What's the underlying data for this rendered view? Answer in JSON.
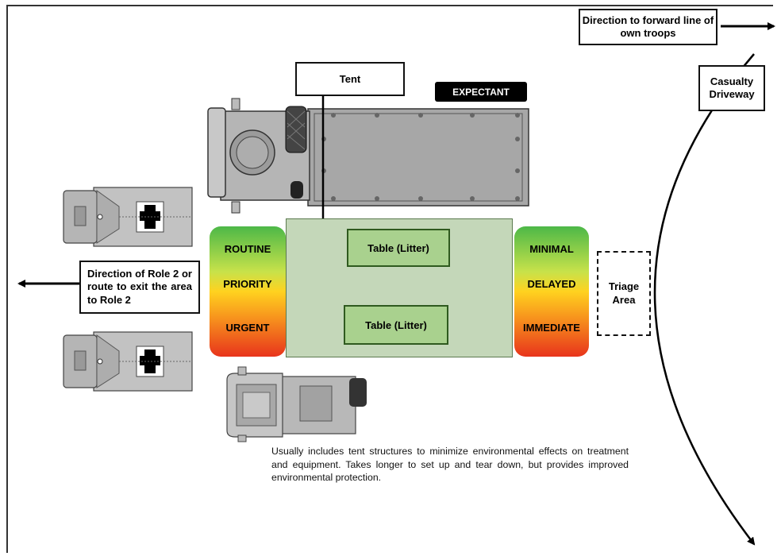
{
  "labels": {
    "forward_direction": "Direction to forward line of own troops",
    "tent": "Tent",
    "expectant": "EXPECTANT",
    "casualty_driveway": "Casualty Driveway",
    "role2_direction": "Direction of Role 2 or route to exit the area to Role 2",
    "triage_area": "Triage Area",
    "table_top": "Table (Litter)",
    "table_bottom": "Table (Litter)"
  },
  "evac_categories": [
    "ROUTINE",
    "PRIORITY",
    "URGENT"
  ],
  "triage_categories": [
    "MINIMAL",
    "DELAYED",
    "IMMEDIATE"
  ],
  "description": "Usually includes tent structures to minimize environmental effects on treatment and equipment. Takes longer to set up and tear down, but provides improved environmental protection.",
  "colors": {
    "flow_arrow": "#e8252a",
    "treatment_area": "#c4d7b9",
    "table_fill": "#a9d18e",
    "vehicle_gray": "#a7a7a7"
  }
}
